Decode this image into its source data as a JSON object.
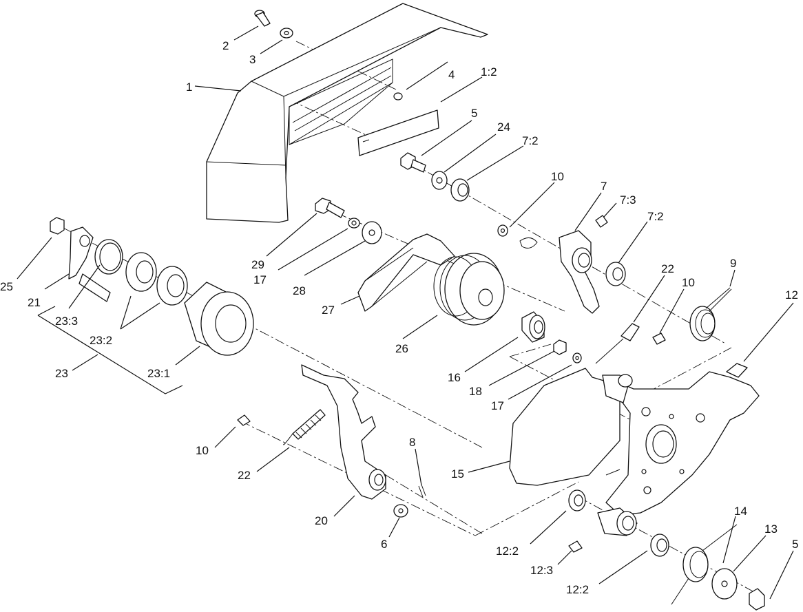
{
  "diagram": {
    "callouts": [
      {
        "id": "c1",
        "label": "1"
      },
      {
        "id": "c2",
        "label": "2"
      },
      {
        "id": "c3",
        "label": "3"
      },
      {
        "id": "c4",
        "label": "4"
      },
      {
        "id": "c1_2",
        "label": "1:2"
      },
      {
        "id": "c5a",
        "label": "5"
      },
      {
        "id": "c24",
        "label": "24"
      },
      {
        "id": "c7_2a",
        "label": "7:2"
      },
      {
        "id": "c10a",
        "label": "10"
      },
      {
        "id": "c7",
        "label": "7"
      },
      {
        "id": "c7_3",
        "label": "7:3"
      },
      {
        "id": "c7_2b",
        "label": "7:2"
      },
      {
        "id": "c9",
        "label": "9"
      },
      {
        "id": "c22a",
        "label": "22"
      },
      {
        "id": "c10b",
        "label": "10"
      },
      {
        "id": "c12",
        "label": "12"
      },
      {
        "id": "c29",
        "label": "29"
      },
      {
        "id": "c17a",
        "label": "17"
      },
      {
        "id": "c28",
        "label": "28"
      },
      {
        "id": "c27",
        "label": "27"
      },
      {
        "id": "c26",
        "label": "26"
      },
      {
        "id": "c16",
        "label": "16"
      },
      {
        "id": "c18",
        "label": "18"
      },
      {
        "id": "c17b",
        "label": "17"
      },
      {
        "id": "c25",
        "label": "25"
      },
      {
        "id": "c21",
        "label": "21"
      },
      {
        "id": "c23_3",
        "label": "23:3"
      },
      {
        "id": "c23_2",
        "label": "23:2"
      },
      {
        "id": "c23",
        "label": "23"
      },
      {
        "id": "c23_1",
        "label": "23:1"
      },
      {
        "id": "c10c",
        "label": "10"
      },
      {
        "id": "c22b",
        "label": "22"
      },
      {
        "id": "c8",
        "label": "8"
      },
      {
        "id": "c20",
        "label": "20"
      },
      {
        "id": "c6",
        "label": "6"
      },
      {
        "id": "c15",
        "label": "15"
      },
      {
        "id": "c14",
        "label": "14"
      },
      {
        "id": "c13",
        "label": "13"
      },
      {
        "id": "c5b",
        "label": "5"
      },
      {
        "id": "c12_2a",
        "label": "12:2"
      },
      {
        "id": "c12_3",
        "label": "12:3"
      },
      {
        "id": "c12_2b",
        "label": "12:2"
      }
    ]
  }
}
